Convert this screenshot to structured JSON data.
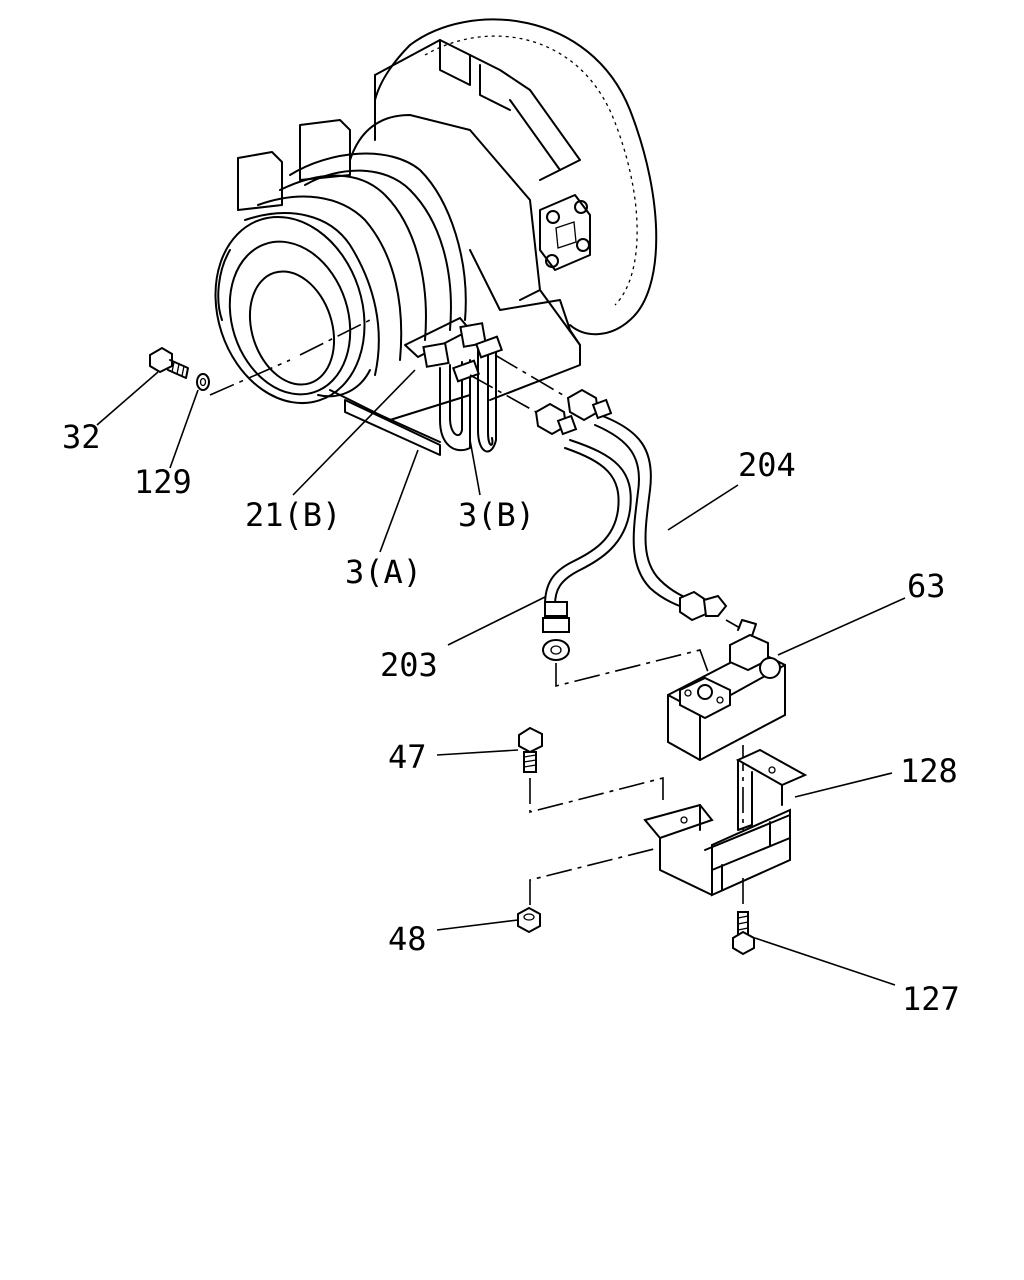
{
  "labels": {
    "p32": "32",
    "p129": "129",
    "p21b": "21(B)",
    "p3b": "3(B)",
    "p3a": "3(A)",
    "p204": "204",
    "p63": "63",
    "p203": "203",
    "p47": "47",
    "p128": "128",
    "p48": "48",
    "p127": "127"
  }
}
